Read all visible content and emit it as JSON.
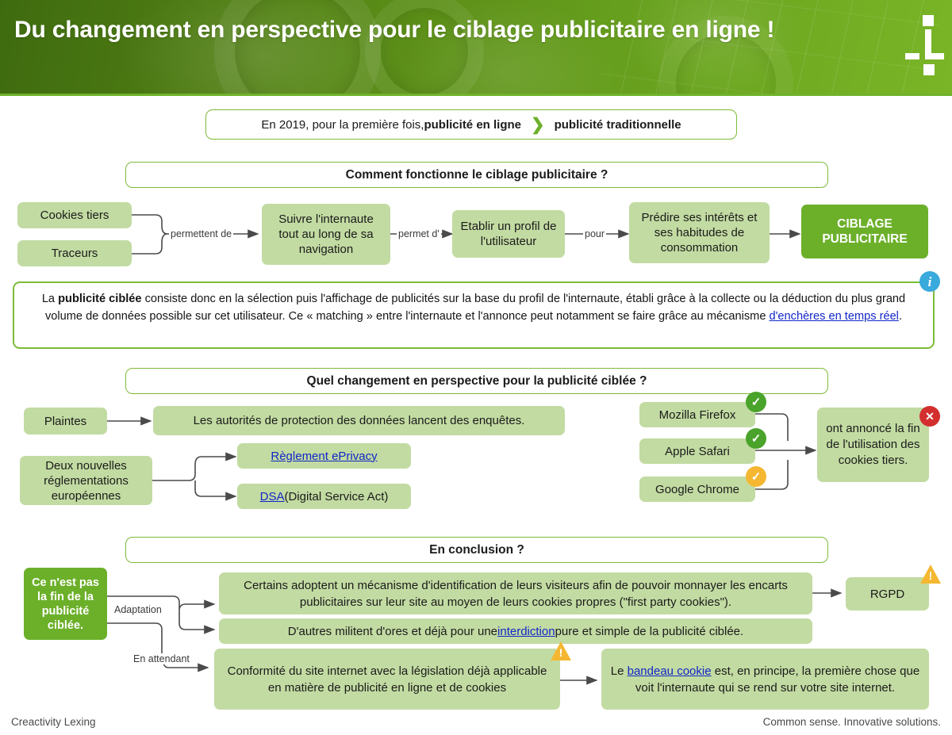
{
  "header": {
    "title": "Du changement en perspective pour le ciblage publicitaire en ligne !",
    "logo_name": "lexing-logo",
    "bg_color": "#5e9219",
    "rule_color": "#6fb22a"
  },
  "intro": {
    "prefix": "En 2019, pour la première fois, ",
    "bold_left": "publicité en ligne",
    "separator": "❯",
    "bold_right": "publicité traditionnelle"
  },
  "section1": {
    "banner": "Comment fonctionne le ciblage publicitaire ?",
    "sources": [
      "Cookies tiers",
      "Traceurs"
    ],
    "connectors": [
      "permettent de",
      "permet d'",
      "pour"
    ],
    "steps": [
      "Suivre l'internaute tout au long de sa navigation",
      "Etablir un profil de l'utilisateur",
      "Prédire ses intérêts et ses habitudes de consommation"
    ],
    "result": "CIBLAGE PUBLICITAIRE"
  },
  "info_note": {
    "badge": "i",
    "badge_color": "#3aa9dc",
    "text_1": "La ",
    "text_bold": "publicité ciblée",
    "text_2": " consiste donc en la sélection puis l'affichage de publicités sur la base du profil de l'internaute, établi grâce à la collecte ou la déduction du plus grand volume de données possible sur cet utilisateur. Ce « matching » entre l'internaute et l'annonce peut notamment se faire grâce au mécanisme ",
    "link": "d'enchères en temps réel",
    "text_3": "."
  },
  "section2": {
    "banner": "Quel changement en perspective pour la publicité ciblée ?",
    "left": {
      "trigger": "Plaintes",
      "outcome": "Les autorités de protection des données lancent des enquêtes.",
      "regulations_source": "Deux nouvelles réglementations européennes",
      "regulation_1_link": "Règlement ePrivacy",
      "regulation_2_link": "DSA",
      "regulation_2_rest": " (Digital Service Act)"
    },
    "browsers": [
      {
        "name": "Mozilla Firefox",
        "badge": "check",
        "badge_color": "#4aa32a"
      },
      {
        "name": "Apple Safari",
        "badge": "check",
        "badge_color": "#4aa32a"
      },
      {
        "name": "Google Chrome",
        "badge": "check",
        "badge_color": "#f5b731"
      }
    ],
    "browsers_outcome": "ont annoncé la fin de l'utilisation des cookies tiers.",
    "browsers_outcome_badge": "✕",
    "browsers_outcome_badge_color": "#d32f2f"
  },
  "section3": {
    "banner": "En conclusion ?",
    "verdict": "Ce n'est pas la fin de la publicité ciblée.",
    "connectors": [
      "Adaptation",
      "En attendant"
    ],
    "item_1": "Certains adoptent un mécanisme d'identification de leurs visiteurs afin de pouvoir monnayer les encarts publicitaires sur leur site au moyen de leurs cookies propres (\"first party cookies\").",
    "item_1_target": "RGPD",
    "item_2_before": "D'autres militent d'ores et déjà pour une ",
    "item_2_link": "interdiction",
    "item_2_after": " pure et simple de la publicité ciblée.",
    "item_3": "Conformité du site internet avec la législation déjà applicable en matière de publicité en ligne et de cookies",
    "item_4_before": "Le ",
    "item_4_link": "bandeau cookie",
    "item_4_after": " est, en principe, la première chose que voit l'internaute qui se rend sur votre site internet."
  },
  "footer": {
    "left": "Creactivity Lexing",
    "right": "Common sense. Innovative solutions."
  }
}
